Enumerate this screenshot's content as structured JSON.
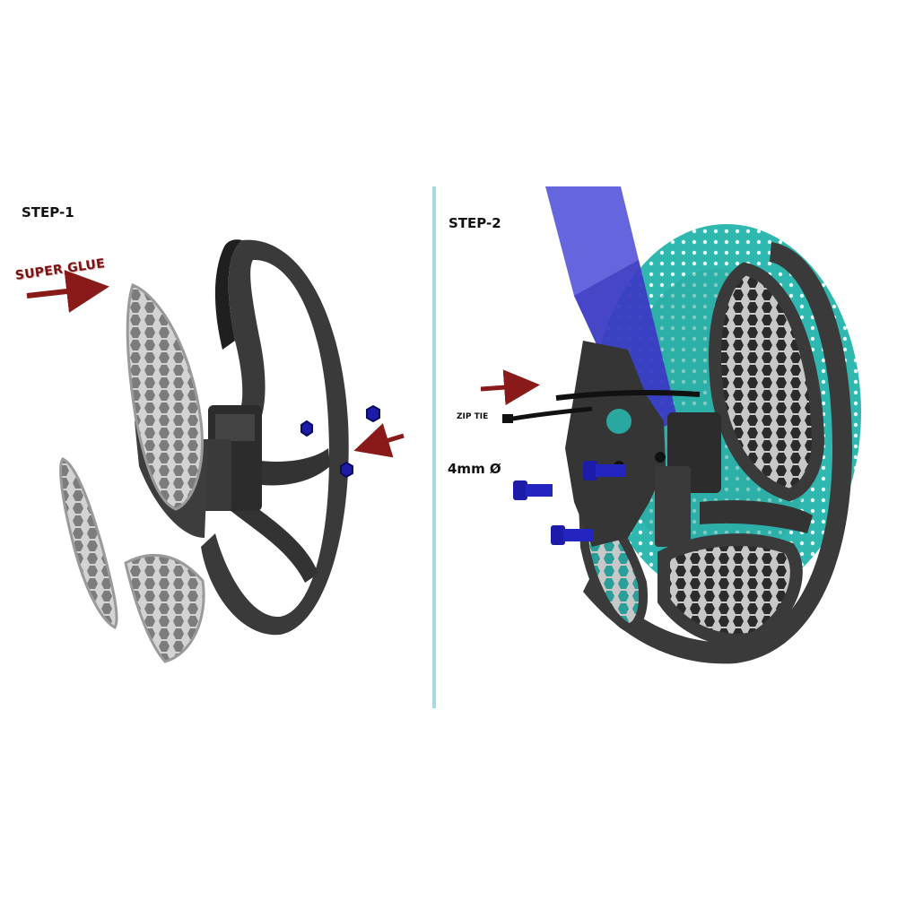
{
  "steps": {
    "step1": {
      "label": "STEP-1",
      "note": "SUPER GLUE"
    },
    "step2": {
      "label": "STEP-2",
      "zip_tie": "ZIP TIE",
      "bolt": "4mm Ø"
    }
  },
  "colors": {
    "frame": "#3a3a3a",
    "insert": "#c9c9c9",
    "rotor": "#2fb8b0",
    "fork": "#4a4ad8",
    "arrow": "#8a1a1a",
    "hardware": "#1c1ca8",
    "divider": "#a7d8e6"
  }
}
